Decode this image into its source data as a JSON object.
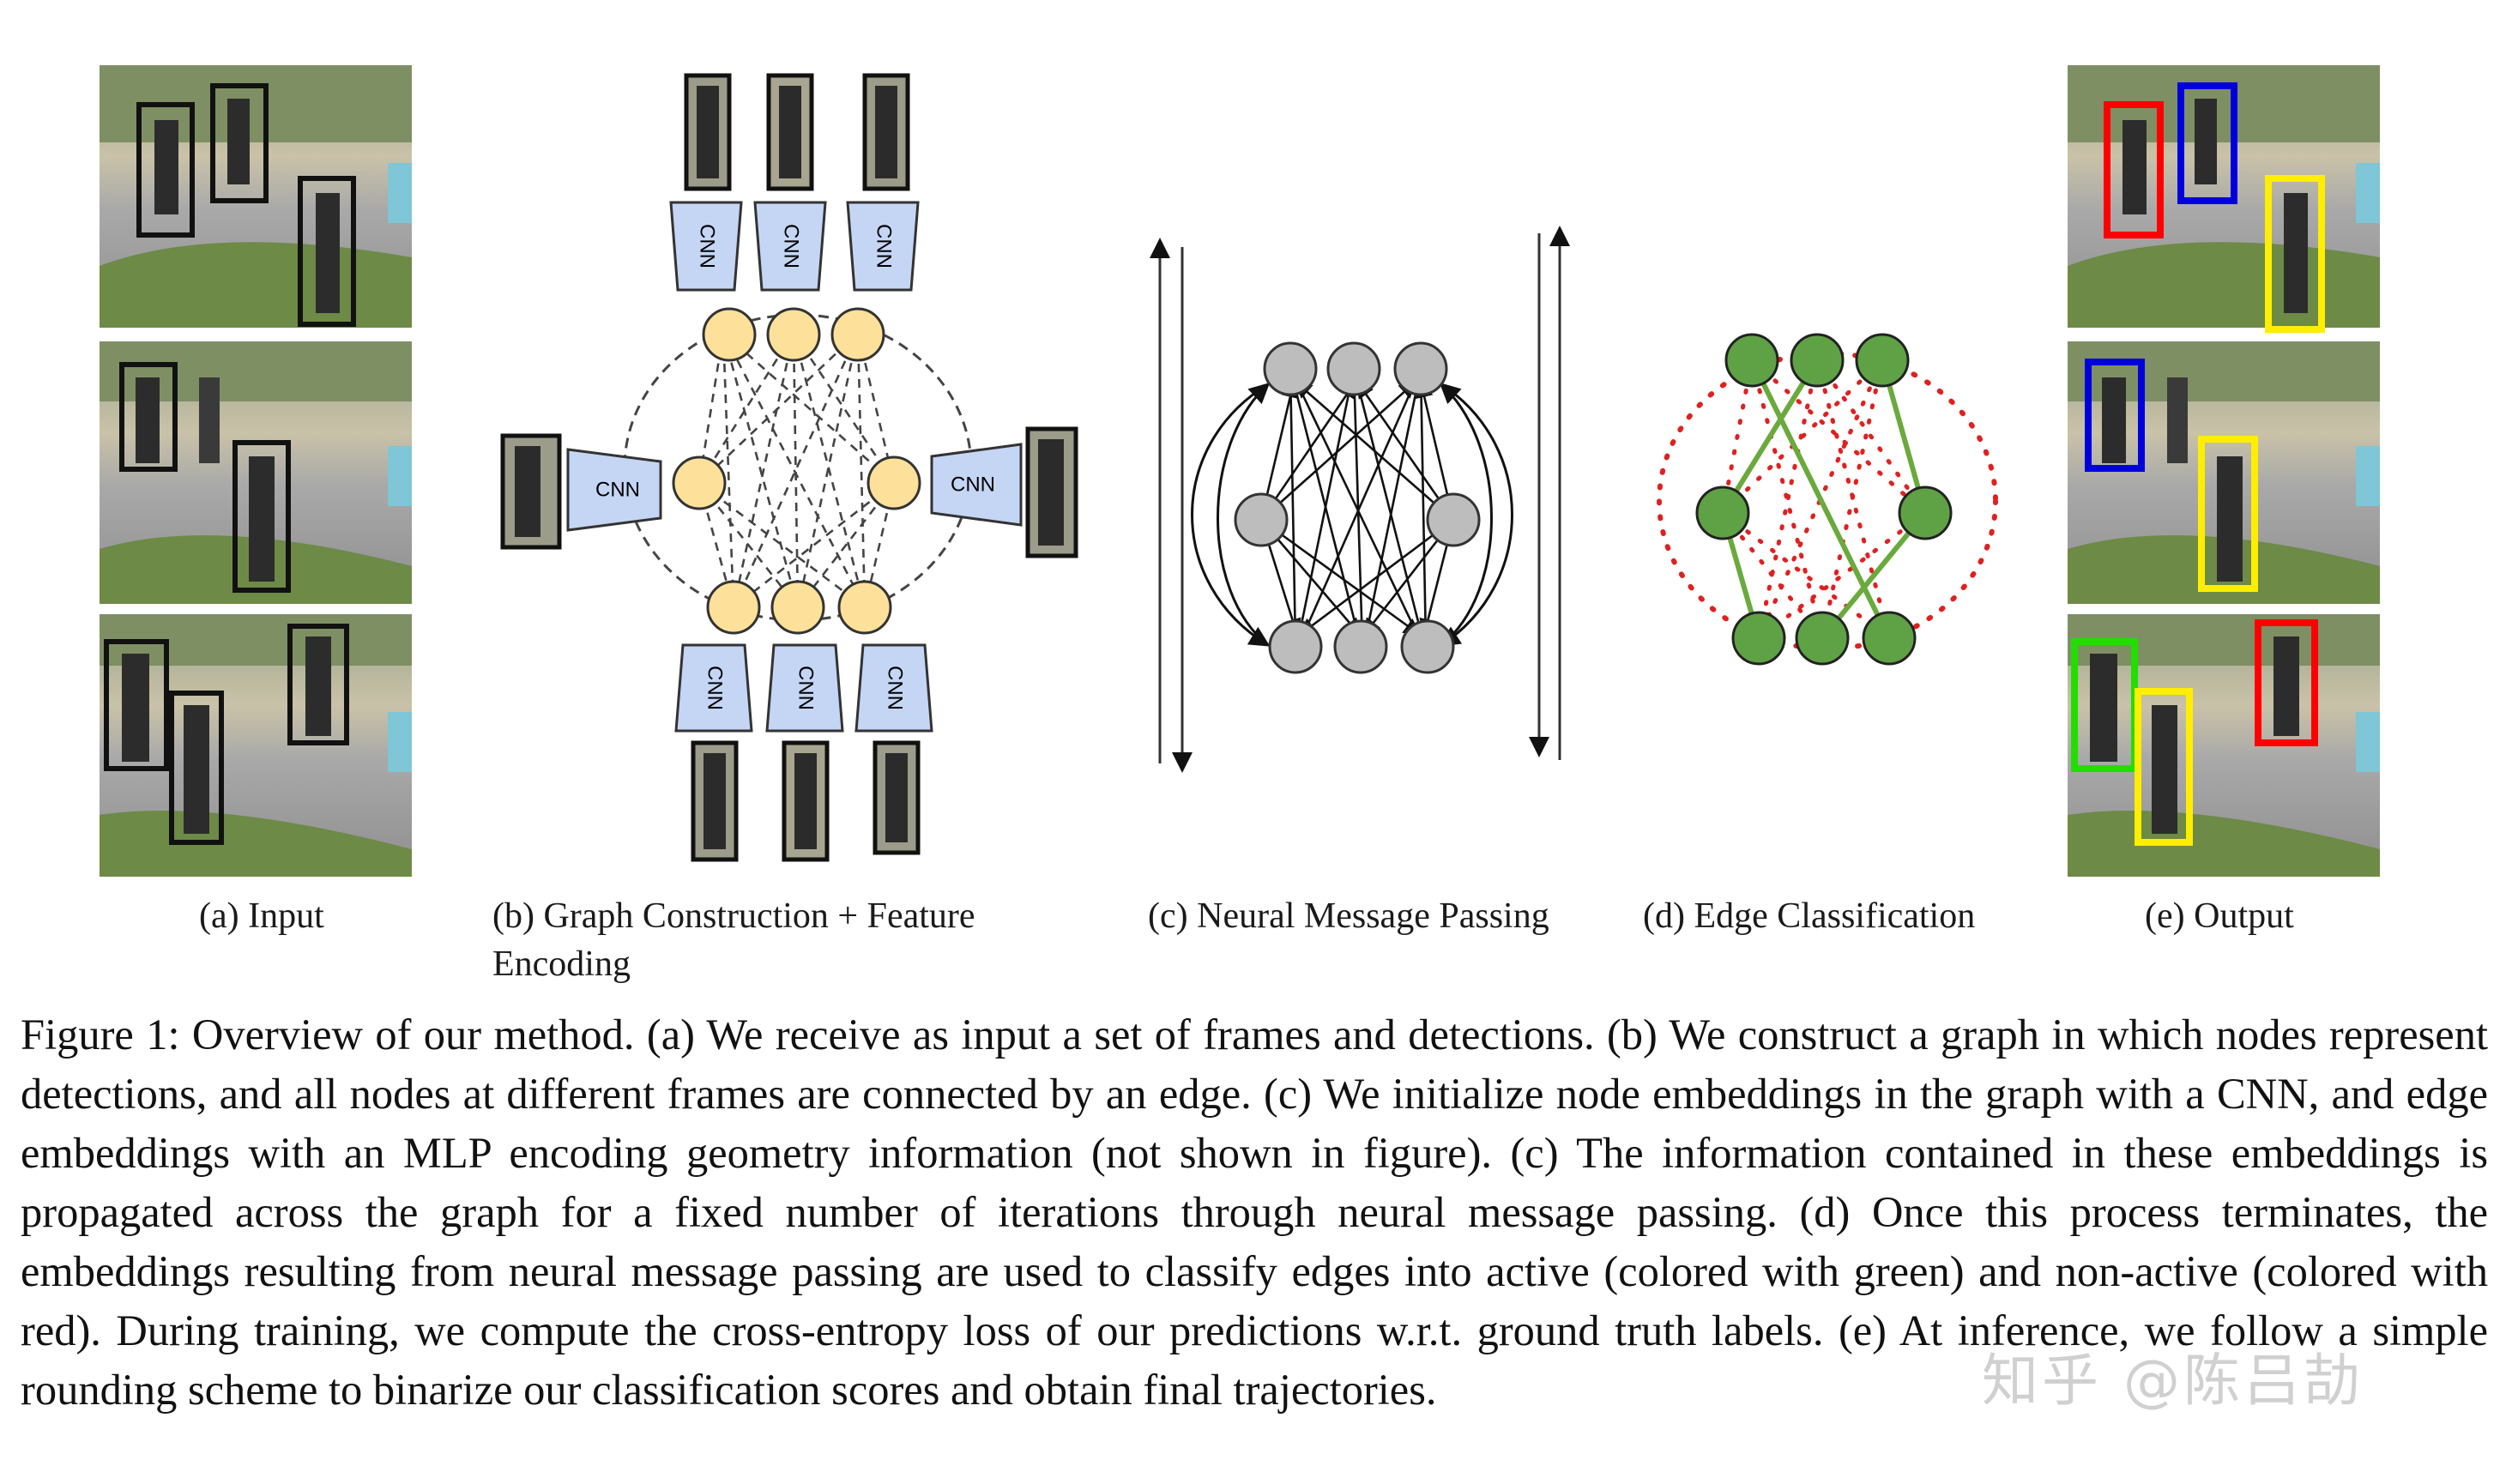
{
  "subcaptions": {
    "a": "(a) Input",
    "b": "(b) Graph Construction + Feature Encoding",
    "c": "(c) Neural Message Passing",
    "d": "(d) Edge Classification",
    "e": "(e) Output"
  },
  "cnn_label": "CNN",
  "caption": "Figure 1: Overview of our method. (a) We receive as input a set of frames and detections. (b) We construct a graph in which nodes represent detections, and all nodes at different frames are connected by an edge. (c) We initialize node embeddings in the graph with a CNN, and edge embeddings with an MLP encoding geometry information (not shown in figure). (c) The information contained in these embeddings is propagated across the graph for a fixed number of iterations through neural message passing. (d) Once this process terminates, the embeddings resulting from neural message passing are used to classify edges into active (colored with green) and non-active (colored with red). During training, we compute the cross-entropy loss of our predictions w.r.t. ground truth labels. (e) At inference, we follow a simple rounding scheme to binarize our classification scores and obtain final trajectories.",
  "watermark": "知乎 @陈吕劼",
  "colors": {
    "cnn_fill": "#c5d6f5",
    "node_yellow": "#fde19a",
    "node_gray": "#bdbdbd",
    "node_green": "#5fa245",
    "edge_red": "#e02020",
    "edge_green": "#6aaa3c",
    "track_red": "#ff0000",
    "track_blue": "#0000dd",
    "track_yellow": "#ffee00",
    "track_green": "#22dd00"
  }
}
